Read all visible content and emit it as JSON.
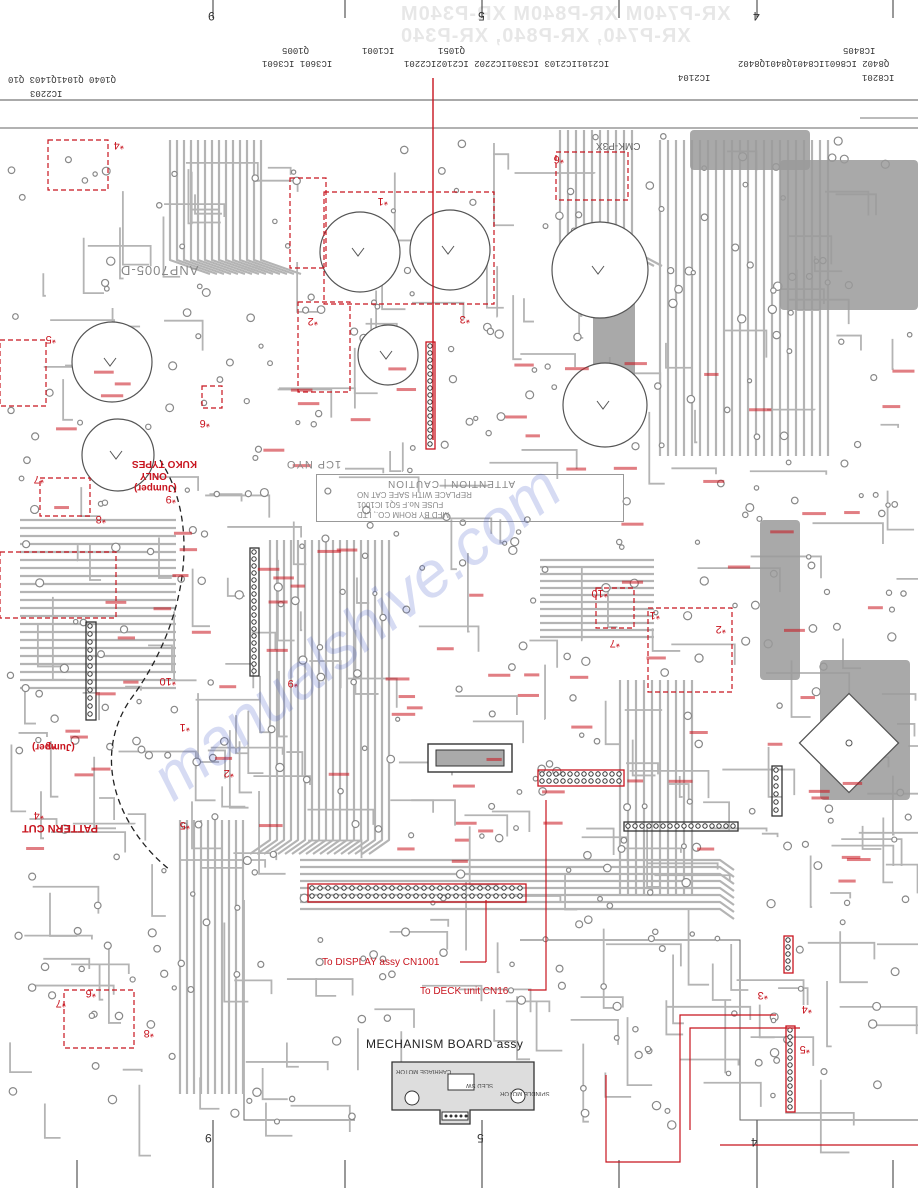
{
  "header": {
    "model_lines": [
      "XR-P740M XR-P840M XR-P340M",
      "XR-P740, XR-P840, XR-P340"
    ],
    "column_numbers": [
      "9",
      "5",
      "4"
    ],
    "ic_refs_row1": [
      "Q1005",
      "IC1001",
      "Q1051",
      "IC8405"
    ],
    "ic_refs_row2": [
      "Q1040 Q1041Q1403 Q10",
      "IC3601 IC3601",
      "IC2101IC2103 IC3301IC2202 IC2102IC2201",
      "Q8402 IC8601IC8401Q8401Q8402"
    ],
    "ic_refs_row3": [
      "IC2203",
      "IC2104",
      "IC8201"
    ]
  },
  "board_marks": {
    "part_no": "ANP7005-D",
    "maker": "CMK-P3X",
    "lot": "1CP NYO",
    "attention_title": "ATTENTION | CAUTION",
    "attention_text": [
      "REPLACE WITH SAFE CAT NO",
      "FUSE No.F 5Q1 IC1001",
      "MFD BY ROHM CO., LTD"
    ],
    "left_labels": [
      "KUKO TYPES",
      "ONLY",
      "(Jumper)"
    ],
    "jumper_label": "(Jumper)",
    "pattern_cut": "PATTERN CUT"
  },
  "callouts": {
    "to_display": "To DISPLAY assy CN1001",
    "to_deck": "To DECK unit CN16"
  },
  "mechanism": {
    "title": "MECHANISM BOARD assy",
    "labels": [
      "CARRIAGE MOTOR",
      "SPINDLE MOTOR",
      "SLED SW"
    ]
  },
  "markers": [
    "*1",
    "*2",
    "*3",
    "*4",
    "*5",
    "*6",
    "*7",
    "*8",
    "*9",
    "*10"
  ],
  "watermark": "manualshive.com",
  "colors": {
    "trace": "#b4b4b4",
    "red": "#c8141e",
    "ink": "#333333"
  }
}
